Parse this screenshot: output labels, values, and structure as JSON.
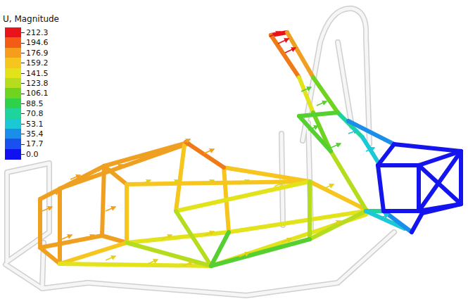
{
  "diagram": {
    "labels": [
      "U, Magnitude"
    ],
    "legend": [
      {
        "text": "212.3",
        "color": "#e8141a"
      },
      {
        "text": "194.6",
        "color": "#f25c17"
      },
      {
        "text": "176.9",
        "color": "#f79c1d"
      },
      {
        "text": "159.2",
        "color": "#f6c61e"
      },
      {
        "text": "141.5",
        "color": "#e3e31c"
      },
      {
        "text": "123.8",
        "color": "#b5dd1e"
      },
      {
        "text": "106.1",
        "color": "#6fd41f"
      },
      {
        "text": "88.5",
        "color": "#2fd04a"
      },
      {
        "text": "70.8",
        "color": "#1fd49c"
      },
      {
        "text": "53.1",
        "color": "#1bc9d6"
      },
      {
        "text": "35.4",
        "color": "#1a8ee8"
      },
      {
        "text": "17.7",
        "color": "#1a4ff0"
      },
      {
        "text": "0.0",
        "color": "#1010f0"
      }
    ]
  }
}
